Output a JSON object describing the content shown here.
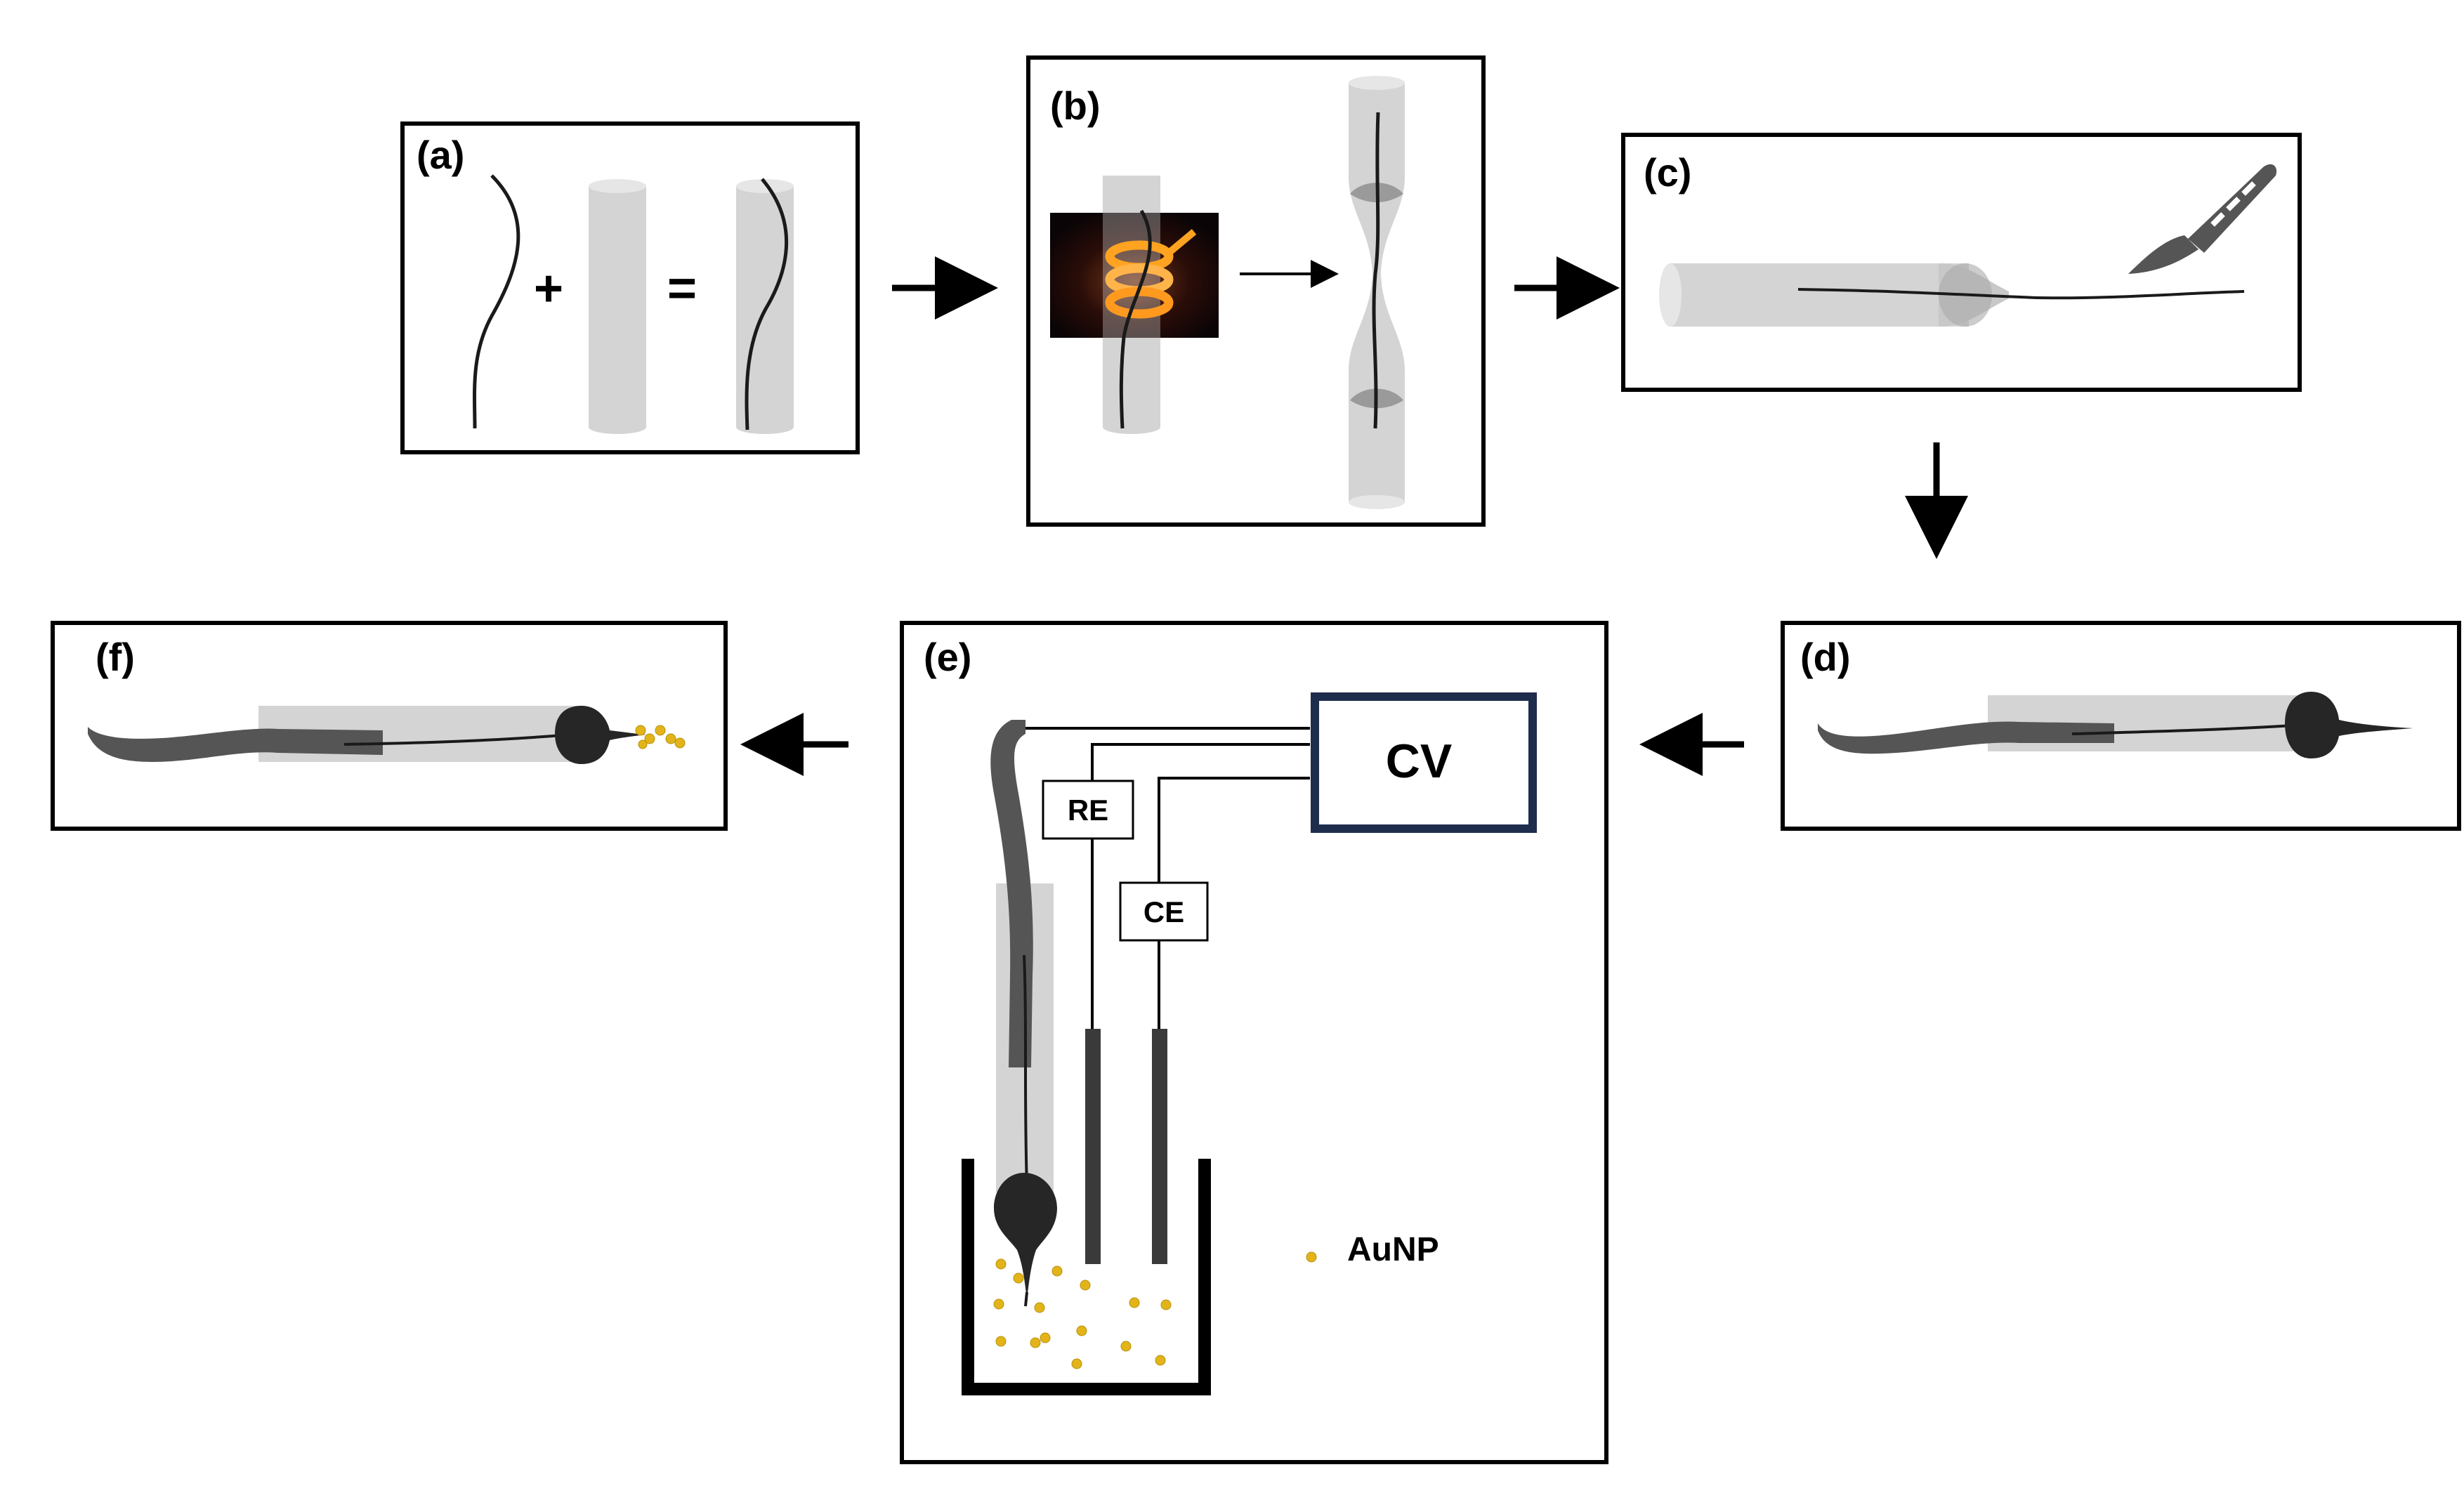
{
  "panels": {
    "a": {
      "label": "(a)",
      "plus": "+",
      "equals": "="
    },
    "b": {
      "label": "(b)"
    },
    "c": {
      "label": "(c)"
    },
    "d": {
      "label": "(d)"
    },
    "e": {
      "label": "(e)",
      "instrument": "CV",
      "reference_electrode": "RE",
      "counter_electrode": "CE",
      "legend": "AuNP"
    },
    "f": {
      "label": "(f)"
    }
  },
  "colors": {
    "frame": "#000000",
    "capillary": "#d4d4d4",
    "wire": "#1a1a1a",
    "carbon": "#555555",
    "bead": "#262626",
    "nanoparticle": "#e2b41a",
    "cv_border": "#1f2d4d",
    "coil": "#ffa321"
  },
  "icons": [
    "scalpel-icon",
    "heating-coil-icon",
    "flow-arrow-icon"
  ]
}
